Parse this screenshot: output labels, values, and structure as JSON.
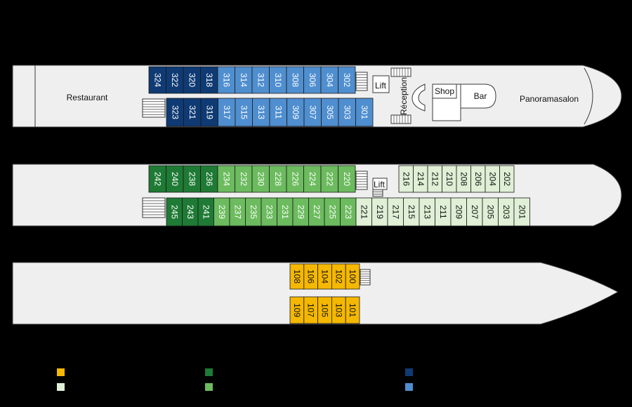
{
  "colors": {
    "background": "#000000",
    "hull_fill": "#efefef",
    "hull_stroke": "#3a3a3a",
    "category_yellow": "#f5b800",
    "category_light_green": "#dff0d6",
    "category_dark_green": "#1e7a34",
    "category_mid_green": "#6cbb5e",
    "category_dark_blue": "#0f3a73",
    "category_light_blue": "#4f8ecf"
  },
  "deck3": {
    "labels": {
      "restaurant": "Restaurant",
      "lift": "Lift",
      "reception": "Réception",
      "shop": "Shop",
      "bar": "Bar",
      "panorama": "Panoramasalon"
    },
    "top_row": [
      {
        "num": "324",
        "cat": "dark_blue"
      },
      {
        "num": "322",
        "cat": "dark_blue"
      },
      {
        "num": "320",
        "cat": "dark_blue"
      },
      {
        "num": "318",
        "cat": "dark_blue"
      },
      {
        "num": "316",
        "cat": "light_blue"
      },
      {
        "num": "314",
        "cat": "light_blue"
      },
      {
        "num": "312",
        "cat": "light_blue"
      },
      {
        "num": "310",
        "cat": "light_blue"
      },
      {
        "num": "308",
        "cat": "light_blue"
      },
      {
        "num": "306",
        "cat": "light_blue"
      },
      {
        "num": "304",
        "cat": "light_blue"
      },
      {
        "num": "302",
        "cat": "light_blue"
      }
    ],
    "bottom_row": [
      {
        "num": "323",
        "cat": "dark_blue"
      },
      {
        "num": "321",
        "cat": "dark_blue"
      },
      {
        "num": "319",
        "cat": "dark_blue"
      },
      {
        "num": "317",
        "cat": "light_blue"
      },
      {
        "num": "315",
        "cat": "light_blue"
      },
      {
        "num": "313",
        "cat": "light_blue"
      },
      {
        "num": "311",
        "cat": "light_blue"
      },
      {
        "num": "309",
        "cat": "light_blue"
      },
      {
        "num": "307",
        "cat": "light_blue"
      },
      {
        "num": "305",
        "cat": "light_blue"
      },
      {
        "num": "303",
        "cat": "light_blue"
      },
      {
        "num": "301",
        "cat": "light_blue"
      }
    ]
  },
  "deck2": {
    "labels": {
      "lift": "Lift"
    },
    "top_row": [
      {
        "num": "242",
        "cat": "dark_green"
      },
      {
        "num": "240",
        "cat": "dark_green"
      },
      {
        "num": "238",
        "cat": "dark_green"
      },
      {
        "num": "236",
        "cat": "dark_green"
      },
      {
        "num": "234",
        "cat": "mid_green"
      },
      {
        "num": "232",
        "cat": "mid_green"
      },
      {
        "num": "230",
        "cat": "mid_green"
      },
      {
        "num": "228",
        "cat": "mid_green"
      },
      {
        "num": "226",
        "cat": "mid_green"
      },
      {
        "num": "224",
        "cat": "mid_green"
      },
      {
        "num": "222",
        "cat": "mid_green"
      },
      {
        "num": "220",
        "cat": "mid_green"
      }
    ],
    "top_row_fore": [
      {
        "num": "216",
        "cat": "light_green"
      },
      {
        "num": "214",
        "cat": "light_green"
      },
      {
        "num": "212",
        "cat": "light_green"
      },
      {
        "num": "210",
        "cat": "light_green"
      },
      {
        "num": "208",
        "cat": "light_green"
      },
      {
        "num": "206",
        "cat": "light_green"
      },
      {
        "num": "204",
        "cat": "light_green"
      },
      {
        "num": "202",
        "cat": "light_green"
      }
    ],
    "bottom_row": [
      {
        "num": "245",
        "cat": "dark_green"
      },
      {
        "num": "243",
        "cat": "dark_green"
      },
      {
        "num": "241",
        "cat": "dark_green"
      },
      {
        "num": "239",
        "cat": "mid_green"
      },
      {
        "num": "237",
        "cat": "mid_green"
      },
      {
        "num": "235",
        "cat": "mid_green"
      },
      {
        "num": "233",
        "cat": "mid_green"
      },
      {
        "num": "231",
        "cat": "mid_green"
      },
      {
        "num": "229",
        "cat": "mid_green"
      },
      {
        "num": "227",
        "cat": "mid_green"
      },
      {
        "num": "225",
        "cat": "mid_green"
      },
      {
        "num": "223",
        "cat": "mid_green"
      },
      {
        "num": "221",
        "cat": "light_green"
      },
      {
        "num": "219",
        "cat": "light_green"
      },
      {
        "num": "217",
        "cat": "light_green"
      },
      {
        "num": "215",
        "cat": "light_green"
      },
      {
        "num": "213",
        "cat": "light_green"
      },
      {
        "num": "211",
        "cat": "light_green"
      },
      {
        "num": "209",
        "cat": "light_green"
      },
      {
        "num": "207",
        "cat": "light_green"
      },
      {
        "num": "205",
        "cat": "light_green"
      },
      {
        "num": "203",
        "cat": "light_green"
      },
      {
        "num": "201",
        "cat": "light_green"
      }
    ]
  },
  "deck1": {
    "top_row": [
      {
        "num": "108",
        "cat": "yellow"
      },
      {
        "num": "106",
        "cat": "yellow"
      },
      {
        "num": "104",
        "cat": "yellow"
      },
      {
        "num": "102",
        "cat": "yellow"
      },
      {
        "num": "100",
        "cat": "yellow"
      }
    ],
    "bottom_row": [
      {
        "num": "109",
        "cat": "yellow"
      },
      {
        "num": "107",
        "cat": "yellow"
      },
      {
        "num": "105",
        "cat": "yellow"
      },
      {
        "num": "103",
        "cat": "yellow"
      },
      {
        "num": "101",
        "cat": "yellow"
      }
    ]
  },
  "legend": [
    {
      "cat": "yellow"
    },
    {
      "cat": "light_green"
    },
    {
      "cat": "dark_green"
    },
    {
      "cat": "mid_green"
    },
    {
      "cat": "dark_blue"
    },
    {
      "cat": "light_blue"
    }
  ]
}
